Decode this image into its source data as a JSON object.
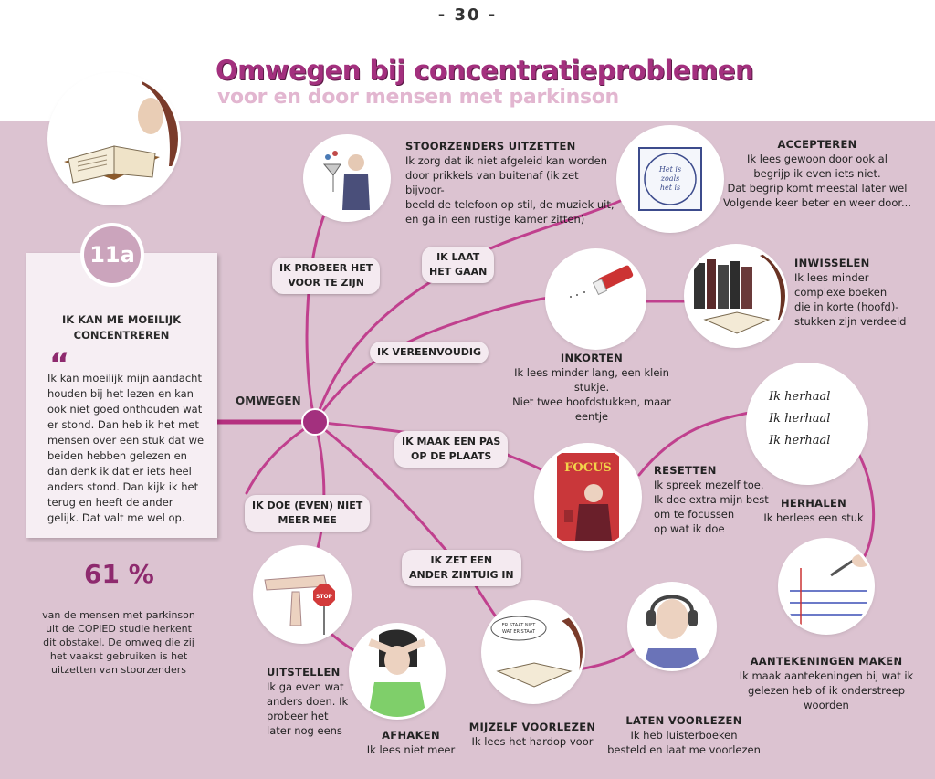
{
  "page_number": "- 30 -",
  "title": "Omwegen bij concentratieproblemen",
  "subtitle": "voor en door mensen met parkinson",
  "obstacle": {
    "badge": "11a",
    "heading": "IK KAN ME MOEILIJK CONCENTREREN",
    "quote": "Ik kan moeilijk mijn aandacht houden bij het lezen en kan ook niet goed onthouden wat er stond. Dan heb ik het met mensen over een stuk dat we beiden hebben gelezen en dan denk ik dat er iets heel anders stond. Dan kijk ik het terug en heeft de ander gelijk. Dat valt me wel op.",
    "percentage": "61 %",
    "stat_text": "van de mensen met parkinson uit de COPIED studie herkent dit obstakel. De omweg die zij het vaakst gebruiken is het uitzetten van stoorzenders"
  },
  "hub_label": "OMWEGEN",
  "branches": {
    "probeer": [
      "IK PROBEER HET",
      "VOOR TE ZIJN"
    ],
    "laat": [
      "IK LAAT",
      "HET GAAN"
    ],
    "vereenvoudig": [
      "IK VEREENVOUDIG"
    ],
    "pas": [
      "IK MAAK EEN PAS",
      "OP DE PLAATS"
    ],
    "doe": [
      "IK DOE (EVEN) NIET",
      "MEER MEE"
    ],
    "zintuig": [
      "IK ZET EEN",
      "ANDER ZINTUIG IN"
    ]
  },
  "strategies": {
    "stoorzenders": {
      "title": "STOORZENDERS UITZETTEN",
      "text": "Ik zorg dat ik niet afgeleid kan worden\ndoor prikkels van buitenaf (ik zet bijvoor-\nbeeld de telefoon op stil, de muziek uit,\nen ga in een rustige kamer zitten)"
    },
    "accepteren": {
      "title": "ACCEPTEREN",
      "text": "Ik lees gewoon door ook al\nbegrijp ik even iets niet.\nDat begrip komt meestal later wel\nVolgende keer beter en weer door..."
    },
    "inwisselen": {
      "title": "INWISSELEN",
      "text": "Ik lees minder\ncomplexe boeken\ndie in korte (hoofd)-\nstukken zijn verdeeld"
    },
    "inkorten": {
      "title": "INKORTEN",
      "text": "Ik lees minder lang, een klein stukje.\nNiet twee hoofdstukken, maar eentje"
    },
    "resetten": {
      "title": "RESETTEN",
      "text": "Ik spreek mezelf toe.\nIk doe extra mijn best\nom te focussen\nop wat ik doe"
    },
    "herhalen": {
      "title": "HERHALEN",
      "text": "Ik herlees een stuk"
    },
    "aantekeningen": {
      "title": "AANTEKENINGEN MAKEN",
      "text": "Ik maak aantekeningen bij wat ik\ngelezen heb of ik onderstreep\nwoorden"
    },
    "uitstellen": {
      "title": "UITSTELLEN",
      "text": "Ik ga even wat\nanders doen. Ik\nprobeer het\nlater nog eens"
    },
    "afhaken": {
      "title": "AFHAKEN",
      "text": "Ik lees niet meer"
    },
    "mijzelf": {
      "title": "MIJZELF VOORLEZEN",
      "text": "Ik lees het hardop voor"
    },
    "laten": {
      "title": "LATEN VOORLEZEN",
      "text": "Ik heb luisterboeken\nbesteld en laat me voorlezen"
    }
  },
  "illustration_text": {
    "tile": [
      "Het is",
      "zoals",
      "het is"
    ],
    "herhaal": [
      "Ik herhaal",
      "Ik herhaal",
      "Ik herhaal"
    ],
    "focus": "FOCUS",
    "stop": "STOP",
    "speech": [
      "ER STAAT NIET",
      "WAT ER STAAT"
    ]
  },
  "colors": {
    "accent": "#a3307e",
    "line": "#c0408e",
    "background_band": "#dcc3d1"
  }
}
